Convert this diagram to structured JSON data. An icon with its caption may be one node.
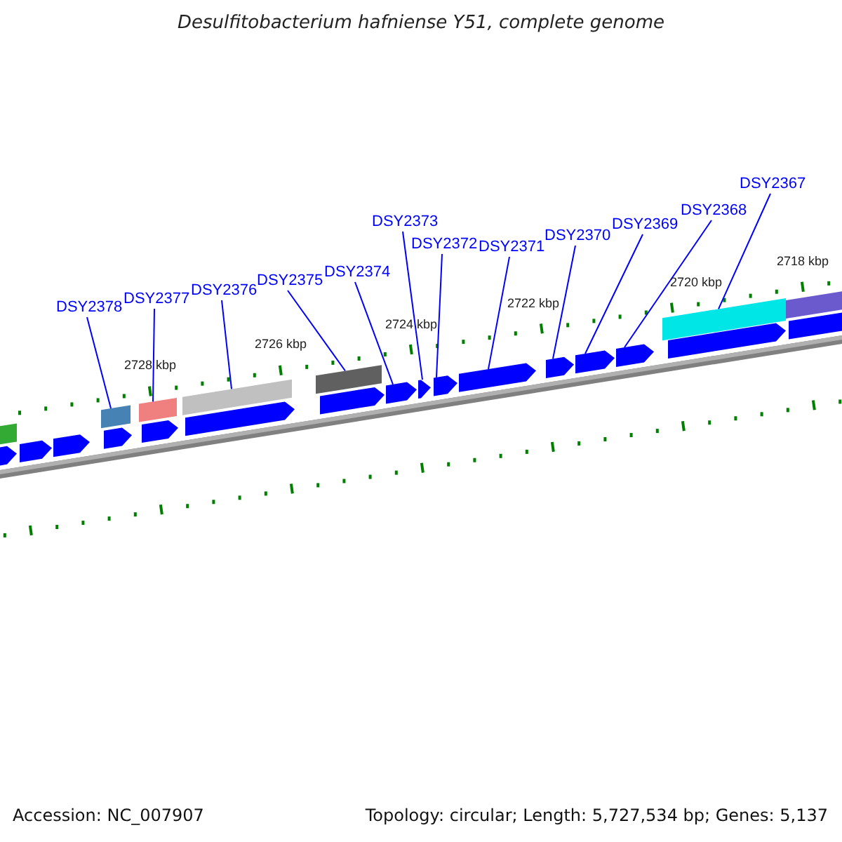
{
  "diagram": {
    "title": "Desulfitobacterium hafniense Y51, complete genome",
    "nodes": [
      {
        "text": [
          "DSY2378"
        ]
      },
      {
        "text": [
          "DSY2377"
        ]
      },
      {
        "text": [
          "DSY2376"
        ]
      },
      {
        "text": [
          "DSY2375"
        ]
      },
      {
        "text": [
          "DSY2374"
        ]
      },
      {
        "text": [
          "DSY2373"
        ]
      },
      {
        "text": [
          "DSY2372"
        ]
      },
      {
        "text": [
          "DSY2371"
        ]
      },
      {
        "text": [
          "DSY2370"
        ]
      },
      {
        "text": [
          "DSY2369"
        ]
      },
      {
        "text": [
          "DSY2368"
        ]
      },
      {
        "text": [
          "DSY2367"
        ]
      },
      {
        "text": [],
        "shape": "bar"
      },
      {
        "text": [],
        "shape": "bar"
      },
      {
        "text": [],
        "shape": "bar"
      },
      {
        "text": [],
        "shape": "bar"
      },
      {
        "text": [],
        "shape": "bar"
      },
      {
        "text": [],
        "shape": "bar"
      },
      {
        "text": [],
        "shape": "bar"
      },
      {
        "text": [],
        "shape": "bar"
      },
      {
        "text": [],
        "shape": "bar"
      },
      {
        "text": [],
        "shape": "bar"
      },
      {
        "text": [],
        "shape": "bar"
      },
      {
        "text": [],
        "shape": "bar"
      },
      {
        "text": [],
        "shape": "bar"
      },
      {
        "text": [],
        "shape": "bar"
      },
      {
        "text": [],
        "shape": "bar"
      },
      {
        "text": [],
        "shape": "bar"
      },
      {
        "text": [],
        "shape": "bar"
      },
      {
        "text": [],
        "shape": "bar"
      },
      {
        "text": [],
        "shape": "bar"
      },
      {
        "text": [],
        "shape": "bar"
      },
      {
        "text": [],
        "shape": "bar"
      },
      {
        "text": [],
        "shape": "bar"
      },
      {
        "text": [],
        "shape": "bar"
      }
    ],
    "edges": [
      {
        "from": 0,
        "to": 16,
        "arrow": "none"
      },
      {
        "from": 1,
        "to": 18,
        "arrow": "none"
      },
      {
        "from": 2,
        "to": 20,
        "arrow": "none"
      },
      {
        "from": 3,
        "to": 22,
        "arrow": "none"
      },
      {
        "from": 4,
        "to": 24,
        "arrow": "none"
      },
      {
        "from": 5,
        "to": 25,
        "arrow": "none"
      },
      {
        "from": 6,
        "to": 26,
        "arrow": "none"
      },
      {
        "from": 7,
        "to": 27,
        "arrow": "none"
      },
      {
        "from": 8,
        "to": 28,
        "arrow": "none"
      },
      {
        "from": 9,
        "to": 29,
        "arrow": "none"
      },
      {
        "from": 10,
        "to": 30,
        "arrow": "none"
      },
      {
        "from": 11,
        "to": 31,
        "arrow": "none"
      }
    ],
    "labels": [
      "2728 kbp",
      "2726 kbp",
      "2724 kbp",
      "2722 kbp",
      "2720 kbp",
      "2718 kbp",
      "Accession: NC_007907",
      "Topology: circular; Length: 5,727,534 bp; Genes: 5,137"
    ]
  }
}
